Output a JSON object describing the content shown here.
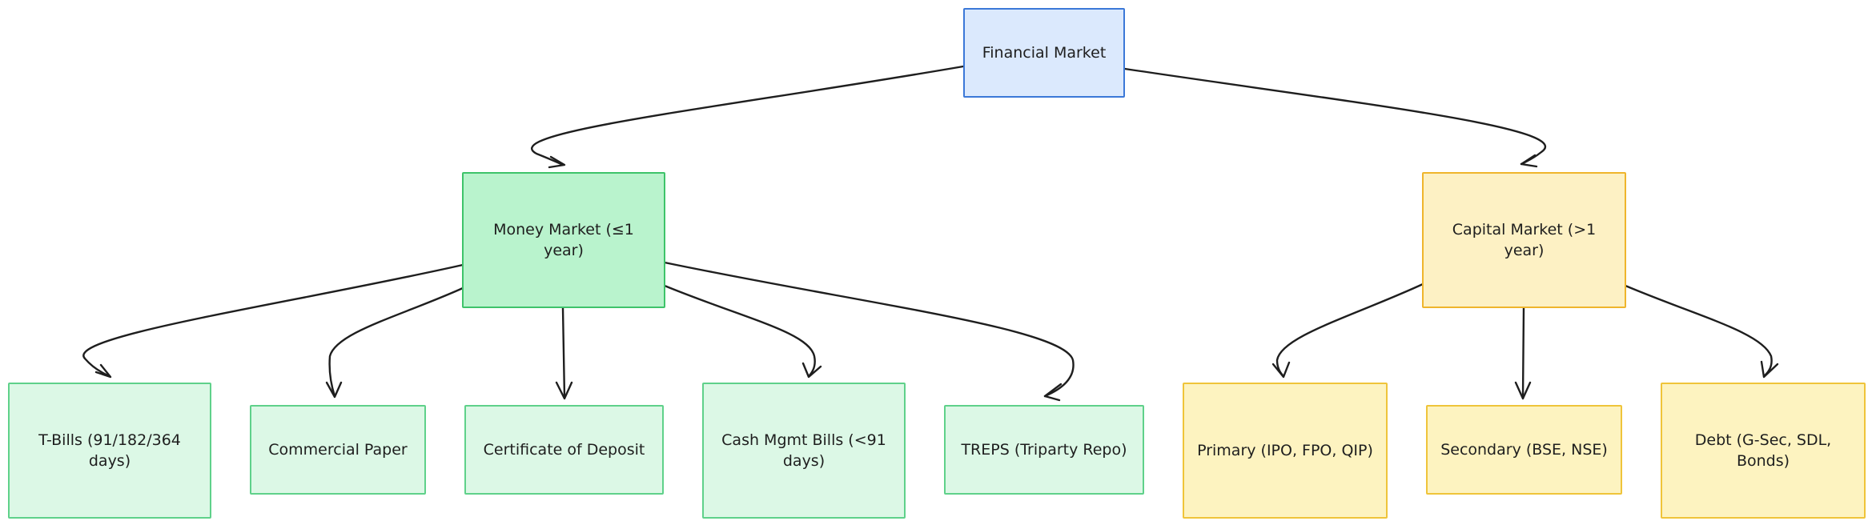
{
  "diagram": {
    "root": {
      "label": "Financial Market"
    },
    "money_market": {
      "label": "Money Market (≤1 year)",
      "children": [
        "T-Bills (91/182/364 days)",
        "Commercial Paper",
        "Certificate of Deposit",
        "Cash Mgmt Bills (<91 days)",
        "TREPS (Triparty Repo)"
      ]
    },
    "capital_market": {
      "label": "Capital Market (>1 year)",
      "children": [
        "Primary (IPO, FPO, QIP)",
        "Secondary (BSE, NSE)",
        "Debt (G-Sec, SDL, Bonds)"
      ]
    },
    "colors": {
      "root_fill": "#dbe9fd",
      "root_stroke": "#3b78d8",
      "money_fill": "#b9f3cd",
      "money_stroke": "#3ec36a",
      "capital_fill": "#fdf1c4",
      "capital_stroke": "#efb52c",
      "edge": "#1e1e1e"
    }
  }
}
